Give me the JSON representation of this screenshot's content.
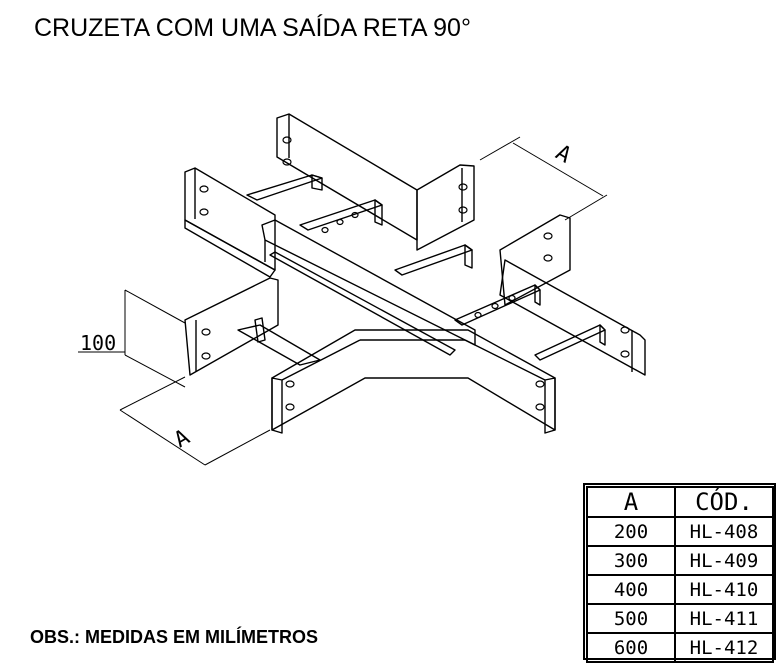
{
  "title": "CRUZETA COM UMA SAÍDA RETA 90°",
  "dimensions": {
    "a_top": "A",
    "a_bottom": "A",
    "height": "100"
  },
  "table": {
    "headers": [
      "A",
      "CÓD."
    ],
    "rows": [
      {
        "a": "200",
        "cod": "HL-408"
      },
      {
        "a": "300",
        "cod": "HL-409"
      },
      {
        "a": "400",
        "cod": "HL-410"
      },
      {
        "a": "500",
        "cod": "HL-411"
      },
      {
        "a": "600",
        "cod": "HL-412"
      }
    ]
  },
  "note": "OBS.: MEDIDAS EM MILÍMETROS",
  "colors": {
    "line": "#000000",
    "background": "#ffffff"
  }
}
